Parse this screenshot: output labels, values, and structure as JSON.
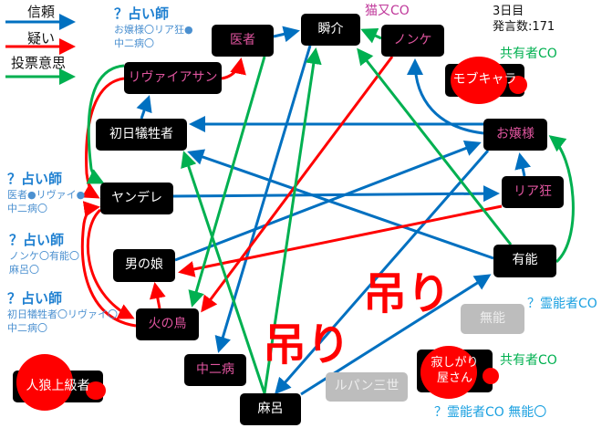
{
  "legend": {
    "trust": "信頼",
    "doubt": "疑い",
    "vote": "投票意思"
  },
  "colors": {
    "trust": "#0070c0",
    "doubt": "#ff0000",
    "vote": "#00b050",
    "co_cat": "#c0399b",
    "co_shared": "#00b050",
    "co_medium": "#1aa0e0"
  },
  "game": {
    "day": "3日目",
    "posts": "発言数:171"
  },
  "seers": [
    {
      "title": "？占い師",
      "results": [
        "お嬢様〇リア狂●",
        "中二病〇"
      ]
    },
    {
      "title": "？占い師",
      "results": [
        "医者●リヴァイ●",
        "中二病〇"
      ]
    },
    {
      "title": "？占い師",
      "results": [
        "ノンケ〇有能〇",
        "麻呂〇"
      ]
    },
    {
      "title": "？占い師",
      "results": [
        "初日犠牲者〇リヴァイ〇",
        "中二病〇"
      ]
    }
  ],
  "claims": {
    "cat": "猫又CO",
    "shared1": "共有者CO",
    "medium1": "？霊能者CO",
    "shared2": "共有者CO",
    "medium2": "？霊能者CO 無能〇"
  },
  "nodes": {
    "shunsuke": "瞬介",
    "doctor": "医者",
    "nonke": "ノンケ",
    "mob": "モブキャラ",
    "leviathan": "リヴァイアサン",
    "first_victim": "初日犠牲者",
    "ojousama": "お嬢様",
    "yandere": "ヤンデレ",
    "riakyou": "リア狂",
    "otokonoko": "男の娘",
    "yuunou": "有能",
    "hinotori": "火の鳥",
    "chuunibyou": "中二病",
    "maro": "麻呂",
    "munou": "無能",
    "lupin": "ルパン三世",
    "sabishigari": "寂しがり\n屋さん",
    "werewolf_pro": "人狼上級者"
  },
  "hanged_label": "吊り"
}
